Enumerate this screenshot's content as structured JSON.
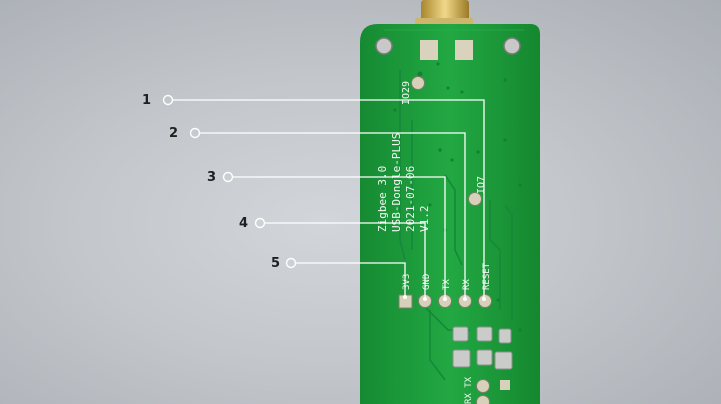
{
  "callouts": [
    {
      "number": "1"
    },
    {
      "number": "2"
    },
    {
      "number": "3"
    },
    {
      "number": "4"
    },
    {
      "number": "5"
    }
  ],
  "board": {
    "silkscreen_lines": [
      "Zigbee 3.0",
      "USB-Dongle-PLUS",
      "2021-07-06",
      "V1.2"
    ],
    "label_io29": "IO29",
    "label_io7": "IO7",
    "pin_labels": [
      "3V3",
      "GND",
      "TX",
      "RX",
      "RESET"
    ],
    "label_rxtx": "RX TX"
  },
  "colors": {
    "background": "#c3c7cc",
    "pcb_green": "#1fa03c",
    "callout_line": "#ffffff",
    "pad_gold": "#d8d1b9"
  }
}
